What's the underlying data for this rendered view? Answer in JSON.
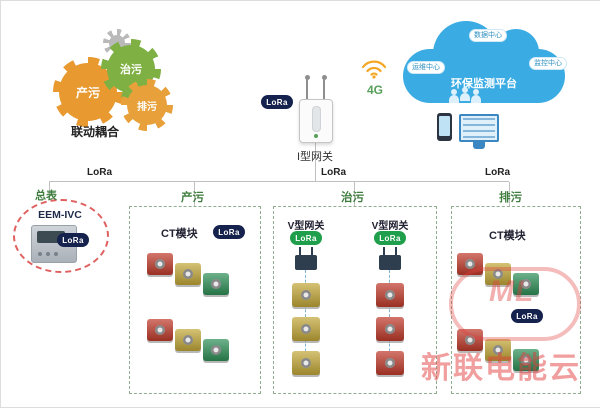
{
  "gears": {
    "produce": "产污",
    "treat": "治污",
    "discharge": "排污",
    "caption": "联动耦合"
  },
  "gateway": {
    "label": "I型网关",
    "lora": "LoRa",
    "network": "4G"
  },
  "cloud": {
    "title": "环保监测平台",
    "bubble_top": "数据中心",
    "bubble_left": "运维中心",
    "bubble_right": "监控中心"
  },
  "bus": {
    "lora_left": "LoRa",
    "lora_center": "LoRa",
    "lora_right": "LoRa"
  },
  "meter": {
    "group_label": "总表",
    "model": "EEM-IVC",
    "lora": "LoRa"
  },
  "zones": {
    "produce": {
      "label": "产污",
      "module": "CT模块",
      "lora": "LoRa"
    },
    "treat": {
      "label": "治污",
      "left_gateway": {
        "label": "V型网关",
        "lora": "LoRa"
      },
      "right_gateway": {
        "label": "V型网关",
        "lora": "LoRa"
      }
    },
    "discharge": {
      "label": "排污",
      "module": "CT模块",
      "lora": "LoRa"
    }
  },
  "watermark": {
    "logo": "ML",
    "brand": "新联电能云"
  },
  "colors": {
    "gear_orange": "#E8992F",
    "gear_green": "#7FB043",
    "module_red": "#C03A2B",
    "module_yellow": "#C2A738",
    "module_green": "#2E8F57",
    "lora_dark": "#15224D",
    "lora_green": "#1F9E4B",
    "cloud_blue": "#3BABE3",
    "zone_label_green": "#3E7D3E",
    "wifi_orange": "#F5A623",
    "watermark_red": "#E23E3E"
  }
}
